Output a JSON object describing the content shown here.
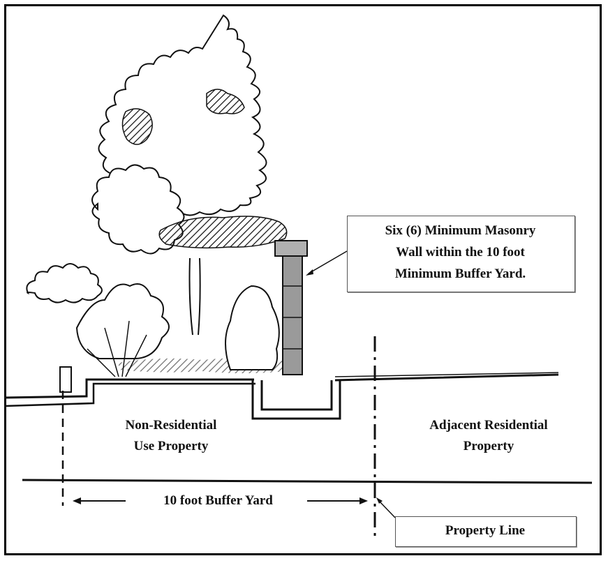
{
  "callouts": {
    "wall": {
      "line1": "Six (6) Minimum Masonry",
      "line2": "Wall within the 10 foot",
      "line3": "Minimum Buffer Yard."
    },
    "property_line": "Property Line"
  },
  "labels": {
    "non_residential_1": "Non-Residential",
    "non_residential_2": "Use Property",
    "residential_1": "Adjacent Residential",
    "residential_2": "Property",
    "buffer_yard": "10 foot Buffer Yard"
  },
  "colors": {
    "ink": "#111111",
    "wall_fill": "#9a9a9a",
    "background": "#ffffff"
  }
}
